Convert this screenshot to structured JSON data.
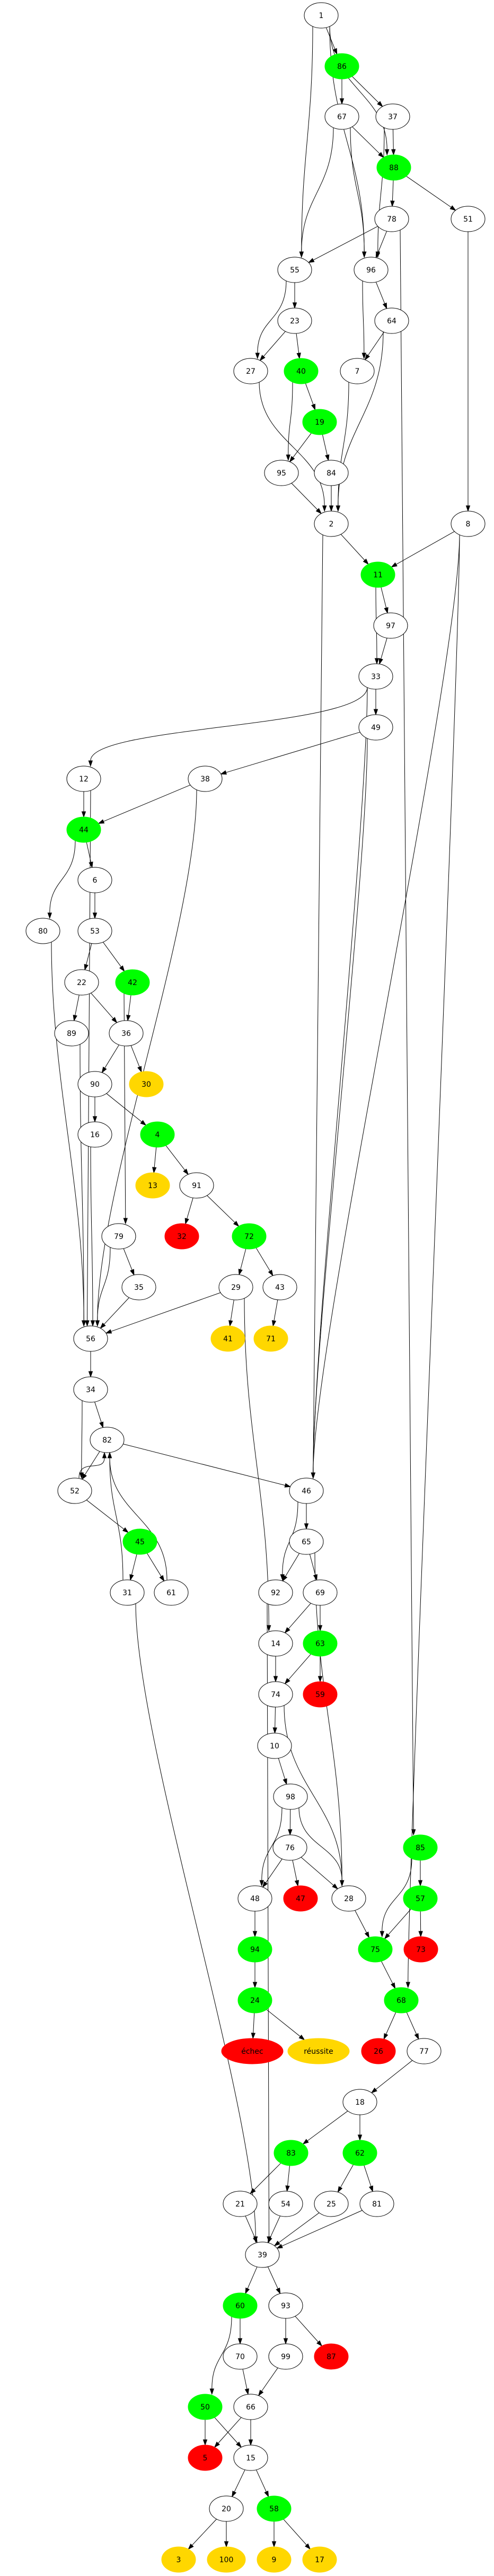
{
  "graph": {
    "title": "Directed graph",
    "palette": {
      "default": "#ffffff",
      "green": "#00ff00",
      "red": "#ff0000",
      "gold": "#ffd700",
      "outline": "#000000"
    },
    "nodes": [
      {
        "id": "1",
        "label": "1",
        "style": "default"
      },
      {
        "id": "86",
        "label": "86",
        "style": "green"
      },
      {
        "id": "67",
        "label": "67",
        "style": "default"
      },
      {
        "id": "37",
        "label": "37",
        "style": "default"
      },
      {
        "id": "88",
        "label": "88",
        "style": "green"
      },
      {
        "id": "78",
        "label": "78",
        "style": "default"
      },
      {
        "id": "51",
        "label": "51",
        "style": "default"
      },
      {
        "id": "55",
        "label": "55",
        "style": "default"
      },
      {
        "id": "96",
        "label": "96",
        "style": "default"
      },
      {
        "id": "23",
        "label": "23",
        "style": "default"
      },
      {
        "id": "64",
        "label": "64",
        "style": "default"
      },
      {
        "id": "27",
        "label": "27",
        "style": "default"
      },
      {
        "id": "40",
        "label": "40",
        "style": "green"
      },
      {
        "id": "7",
        "label": "7",
        "style": "default"
      },
      {
        "id": "19",
        "label": "19",
        "style": "green"
      },
      {
        "id": "95",
        "label": "95",
        "style": "default"
      },
      {
        "id": "84",
        "label": "84",
        "style": "default"
      },
      {
        "id": "2",
        "label": "2",
        "style": "default"
      },
      {
        "id": "8",
        "label": "8",
        "style": "default"
      },
      {
        "id": "11",
        "label": "11",
        "style": "green"
      },
      {
        "id": "97",
        "label": "97",
        "style": "default"
      },
      {
        "id": "33",
        "label": "33",
        "style": "default"
      },
      {
        "id": "49",
        "label": "49",
        "style": "default"
      },
      {
        "id": "12",
        "label": "12",
        "style": "default"
      },
      {
        "id": "38",
        "label": "38",
        "style": "default"
      },
      {
        "id": "44",
        "label": "44",
        "style": "green"
      },
      {
        "id": "6",
        "label": "6",
        "style": "default"
      },
      {
        "id": "80",
        "label": "80",
        "style": "default"
      },
      {
        "id": "53",
        "label": "53",
        "style": "default"
      },
      {
        "id": "22",
        "label": "22",
        "style": "default"
      },
      {
        "id": "42",
        "label": "42",
        "style": "green"
      },
      {
        "id": "89",
        "label": "89",
        "style": "default"
      },
      {
        "id": "36",
        "label": "36",
        "style": "default"
      },
      {
        "id": "90",
        "label": "90",
        "style": "default"
      },
      {
        "id": "30",
        "label": "30",
        "style": "gold"
      },
      {
        "id": "16",
        "label": "16",
        "style": "default"
      },
      {
        "id": "4",
        "label": "4",
        "style": "green"
      },
      {
        "id": "13",
        "label": "13",
        "style": "gold"
      },
      {
        "id": "91",
        "label": "91",
        "style": "default"
      },
      {
        "id": "79",
        "label": "79",
        "style": "default"
      },
      {
        "id": "32",
        "label": "32",
        "style": "red"
      },
      {
        "id": "72",
        "label": "72",
        "style": "green"
      },
      {
        "id": "35",
        "label": "35",
        "style": "default"
      },
      {
        "id": "29",
        "label": "29",
        "style": "default"
      },
      {
        "id": "43",
        "label": "43",
        "style": "default"
      },
      {
        "id": "56",
        "label": "56",
        "style": "default"
      },
      {
        "id": "41",
        "label": "41",
        "style": "gold"
      },
      {
        "id": "71",
        "label": "71",
        "style": "gold"
      },
      {
        "id": "34",
        "label": "34",
        "style": "default"
      },
      {
        "id": "82",
        "label": "82",
        "style": "default"
      },
      {
        "id": "52",
        "label": "52",
        "style": "default"
      },
      {
        "id": "46",
        "label": "46",
        "style": "default"
      },
      {
        "id": "45",
        "label": "45",
        "style": "green"
      },
      {
        "id": "65",
        "label": "65",
        "style": "default"
      },
      {
        "id": "31",
        "label": "31",
        "style": "default"
      },
      {
        "id": "61",
        "label": "61",
        "style": "default"
      },
      {
        "id": "92",
        "label": "92",
        "style": "default"
      },
      {
        "id": "69",
        "label": "69",
        "style": "default"
      },
      {
        "id": "14",
        "label": "14",
        "style": "default"
      },
      {
        "id": "63",
        "label": "63",
        "style": "green"
      },
      {
        "id": "74",
        "label": "74",
        "style": "default"
      },
      {
        "id": "59",
        "label": "59",
        "style": "red"
      },
      {
        "id": "10",
        "label": "10",
        "style": "default"
      },
      {
        "id": "98",
        "label": "98",
        "style": "default"
      },
      {
        "id": "76",
        "label": "76",
        "style": "default"
      },
      {
        "id": "85",
        "label": "85",
        "style": "green"
      },
      {
        "id": "48",
        "label": "48",
        "style": "default"
      },
      {
        "id": "47",
        "label": "47",
        "style": "red"
      },
      {
        "id": "28",
        "label": "28",
        "style": "default"
      },
      {
        "id": "57",
        "label": "57",
        "style": "green"
      },
      {
        "id": "94",
        "label": "94",
        "style": "green"
      },
      {
        "id": "75",
        "label": "75",
        "style": "green"
      },
      {
        "id": "73",
        "label": "73",
        "style": "red"
      },
      {
        "id": "24",
        "label": "24",
        "style": "green"
      },
      {
        "id": "68",
        "label": "68",
        "style": "green"
      },
      {
        "id": "echec",
        "label": "échec",
        "style": "red"
      },
      {
        "id": "reussite",
        "label": "réussite",
        "style": "gold"
      },
      {
        "id": "26",
        "label": "26",
        "style": "red"
      },
      {
        "id": "77",
        "label": "77",
        "style": "default"
      },
      {
        "id": "18",
        "label": "18",
        "style": "default"
      },
      {
        "id": "83",
        "label": "83",
        "style": "green"
      },
      {
        "id": "62",
        "label": "62",
        "style": "green"
      },
      {
        "id": "21",
        "label": "21",
        "style": "default"
      },
      {
        "id": "54",
        "label": "54",
        "style": "default"
      },
      {
        "id": "25",
        "label": "25",
        "style": "default"
      },
      {
        "id": "81",
        "label": "81",
        "style": "default"
      },
      {
        "id": "39",
        "label": "39",
        "style": "default"
      },
      {
        "id": "60",
        "label": "60",
        "style": "green"
      },
      {
        "id": "93",
        "label": "93",
        "style": "default"
      },
      {
        "id": "70",
        "label": "70",
        "style": "default"
      },
      {
        "id": "99",
        "label": "99",
        "style": "default"
      },
      {
        "id": "87",
        "label": "87",
        "style": "red"
      },
      {
        "id": "50",
        "label": "50",
        "style": "green"
      },
      {
        "id": "66",
        "label": "66",
        "style": "default"
      },
      {
        "id": "5",
        "label": "5",
        "style": "red"
      },
      {
        "id": "15",
        "label": "15",
        "style": "default"
      },
      {
        "id": "20",
        "label": "20",
        "style": "default"
      },
      {
        "id": "58",
        "label": "58",
        "style": "green"
      },
      {
        "id": "3",
        "label": "3",
        "style": "gold"
      },
      {
        "id": "100",
        "label": "100",
        "style": "gold"
      },
      {
        "id": "9",
        "label": "9",
        "style": "gold"
      },
      {
        "id": "17",
        "label": "17",
        "style": "gold"
      }
    ],
    "edges": [
      [
        "1",
        "86"
      ],
      [
        "1",
        "55"
      ],
      [
        "1",
        "96"
      ],
      [
        "1",
        "88"
      ],
      [
        "86",
        "67"
      ],
      [
        "86",
        "37"
      ],
      [
        "67",
        "55"
      ],
      [
        "67",
        "96"
      ],
      [
        "67",
        "88"
      ],
      [
        "37",
        "88"
      ],
      [
        "37",
        "96"
      ],
      [
        "88",
        "78"
      ],
      [
        "88",
        "51"
      ],
      [
        "78",
        "55"
      ],
      [
        "78",
        "96"
      ],
      [
        "78",
        "85"
      ],
      [
        "51",
        "8"
      ],
      [
        "55",
        "23"
      ],
      [
        "55",
        "27"
      ],
      [
        "96",
        "64"
      ],
      [
        "96",
        "7"
      ],
      [
        "23",
        "27"
      ],
      [
        "23",
        "40"
      ],
      [
        "64",
        "7"
      ],
      [
        "64",
        "2"
      ],
      [
        "27",
        "2"
      ],
      [
        "40",
        "19"
      ],
      [
        "40",
        "95"
      ],
      [
        "7",
        "2"
      ],
      [
        "19",
        "95"
      ],
      [
        "19",
        "84"
      ],
      [
        "95",
        "2"
      ],
      [
        "84",
        "2"
      ],
      [
        "2",
        "11"
      ],
      [
        "2",
        "46"
      ],
      [
        "8",
        "11"
      ],
      [
        "8",
        "46"
      ],
      [
        "8",
        "68"
      ],
      [
        "11",
        "97"
      ],
      [
        "11",
        "33"
      ],
      [
        "97",
        "33"
      ],
      [
        "33",
        "12"
      ],
      [
        "33",
        "49"
      ],
      [
        "33",
        "46"
      ],
      [
        "49",
        "38"
      ],
      [
        "49",
        "46"
      ],
      [
        "12",
        "44"
      ],
      [
        "12",
        "56"
      ],
      [
        "38",
        "44"
      ],
      [
        "38",
        "56"
      ],
      [
        "44",
        "6"
      ],
      [
        "44",
        "80"
      ],
      [
        "6",
        "53"
      ],
      [
        "80",
        "56"
      ],
      [
        "53",
        "22"
      ],
      [
        "53",
        "42"
      ],
      [
        "22",
        "89"
      ],
      [
        "22",
        "36"
      ],
      [
        "42",
        "36"
      ],
      [
        "42",
        "79"
      ],
      [
        "89",
        "56"
      ],
      [
        "36",
        "90"
      ],
      [
        "36",
        "30"
      ],
      [
        "90",
        "16"
      ],
      [
        "90",
        "4"
      ],
      [
        "16",
        "56"
      ],
      [
        "4",
        "13"
      ],
      [
        "4",
        "91"
      ],
      [
        "91",
        "32"
      ],
      [
        "91",
        "72"
      ],
      [
        "79",
        "56"
      ],
      [
        "79",
        "35"
      ],
      [
        "35",
        "56"
      ],
      [
        "72",
        "29"
      ],
      [
        "72",
        "43"
      ],
      [
        "29",
        "56"
      ],
      [
        "29",
        "41"
      ],
      [
        "29",
        "14"
      ],
      [
        "43",
        "71"
      ],
      [
        "56",
        "34"
      ],
      [
        "34",
        "82"
      ],
      [
        "34",
        "52"
      ],
      [
        "82",
        "52"
      ],
      [
        "82",
        "46"
      ],
      [
        "52",
        "82"
      ],
      [
        "52",
        "45"
      ],
      [
        "45",
        "31"
      ],
      [
        "45",
        "61"
      ],
      [
        "31",
        "82"
      ],
      [
        "31",
        "39"
      ],
      [
        "61",
        "82"
      ],
      [
        "46",
        "65"
      ],
      [
        "46",
        "92"
      ],
      [
        "65",
        "92"
      ],
      [
        "65",
        "69"
      ],
      [
        "65",
        "28"
      ],
      [
        "92",
        "39"
      ],
      [
        "69",
        "14"
      ],
      [
        "69",
        "63"
      ],
      [
        "14",
        "74"
      ],
      [
        "63",
        "74"
      ],
      [
        "63",
        "59"
      ],
      [
        "74",
        "10"
      ],
      [
        "74",
        "28"
      ],
      [
        "10",
        "98"
      ],
      [
        "98",
        "76"
      ],
      [
        "98",
        "48"
      ],
      [
        "98",
        "28"
      ],
      [
        "76",
        "48"
      ],
      [
        "76",
        "47"
      ],
      [
        "76",
        "28"
      ],
      [
        "85",
        "57"
      ],
      [
        "85",
        "75"
      ],
      [
        "57",
        "75"
      ],
      [
        "57",
        "73"
      ],
      [
        "48",
        "94"
      ],
      [
        "28",
        "75"
      ],
      [
        "94",
        "24"
      ],
      [
        "75",
        "68"
      ],
      [
        "24",
        "echec"
      ],
      [
        "24",
        "reussite"
      ],
      [
        "68",
        "26"
      ],
      [
        "68",
        "77"
      ],
      [
        "77",
        "18"
      ],
      [
        "18",
        "83"
      ],
      [
        "18",
        "62"
      ],
      [
        "83",
        "21"
      ],
      [
        "83",
        "54"
      ],
      [
        "62",
        "25"
      ],
      [
        "62",
        "81"
      ],
      [
        "21",
        "39"
      ],
      [
        "54",
        "39"
      ],
      [
        "25",
        "39"
      ],
      [
        "81",
        "39"
      ],
      [
        "39",
        "60"
      ],
      [
        "39",
        "93"
      ],
      [
        "60",
        "70"
      ],
      [
        "60",
        "50"
      ],
      [
        "93",
        "99"
      ],
      [
        "93",
        "87"
      ],
      [
        "70",
        "66"
      ],
      [
        "99",
        "66"
      ],
      [
        "50",
        "5"
      ],
      [
        "50",
        "15"
      ],
      [
        "66",
        "5"
      ],
      [
        "66",
        "15"
      ],
      [
        "15",
        "20"
      ],
      [
        "15",
        "58"
      ],
      [
        "20",
        "3"
      ],
      [
        "20",
        "100"
      ],
      [
        "58",
        "9"
      ],
      [
        "58",
        "17"
      ]
    ]
  }
}
